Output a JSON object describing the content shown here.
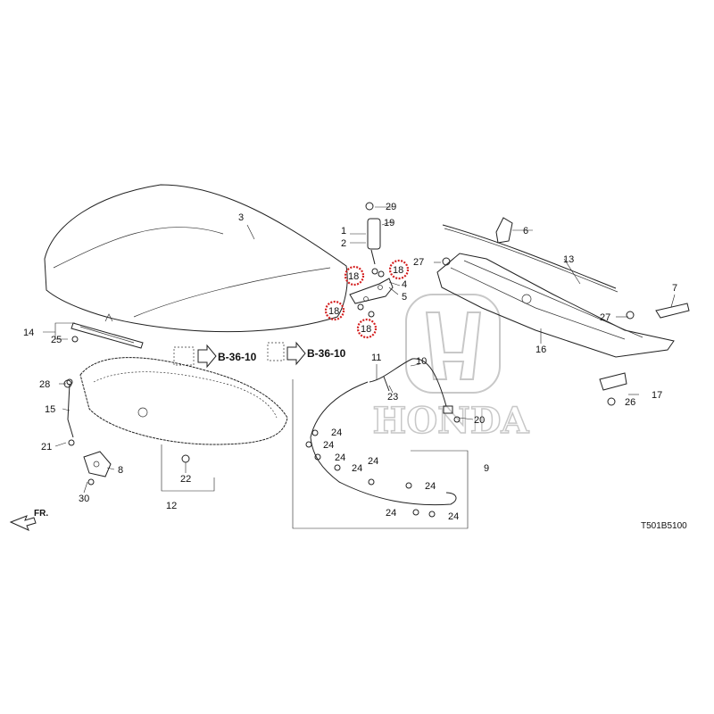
{
  "diagram": {
    "code": "T501B5100",
    "front_marker": "FR.",
    "ref_left": "B-36-10",
    "ref_right": "B-36-10",
    "watermark_text": "HONDA",
    "highlight_color": "#d42020"
  },
  "labels": {
    "p1": "1",
    "p2": "2",
    "p3": "3",
    "p4": "4",
    "p5": "5",
    "p6": "6",
    "p7": "7",
    "p8": "8",
    "p9": "9",
    "p10": "10",
    "p11": "11",
    "p12": "12",
    "p13": "13",
    "p14": "14",
    "p15": "15",
    "p16": "16",
    "p17": "17",
    "p18a": "18",
    "p18b": "18",
    "p18c": "18",
    "p18d": "18",
    "p19": "19",
    "p20": "20",
    "p21": "21",
    "p22": "22",
    "p23": "23",
    "p24a": "24",
    "p24b": "24",
    "p24c": "24",
    "p24d": "24",
    "p24e": "24",
    "p24f": "24",
    "p24g": "24",
    "p24h": "24",
    "p25": "25",
    "p26": "26",
    "p27a": "27",
    "p27b": "27",
    "p28": "28",
    "p29": "29",
    "p30": "30"
  }
}
